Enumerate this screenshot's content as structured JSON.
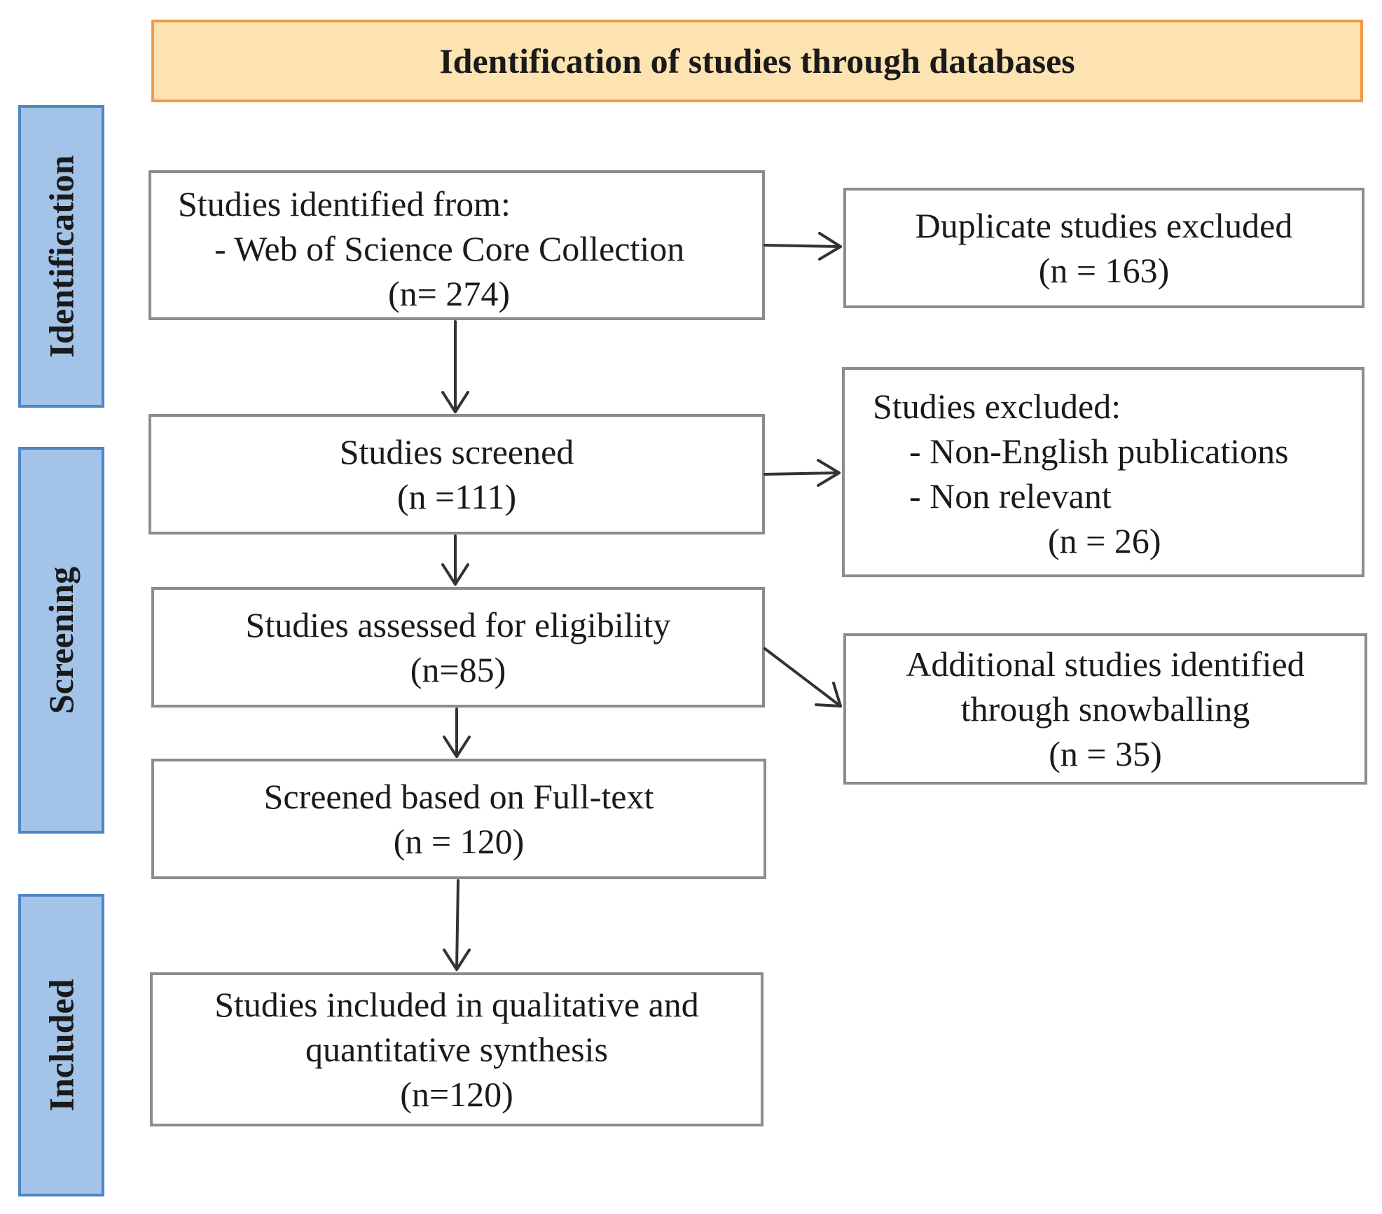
{
  "header": {
    "title": "Identification of studies through databases"
  },
  "phases": {
    "identification": "Identification",
    "screening": "Screening",
    "included": "Included"
  },
  "boxes": {
    "identified": {
      "line1": "Studies identified from:",
      "line2": "- Web of Science Core Collection",
      "count": "(n= 274)"
    },
    "duplicates": {
      "line1": "Duplicate studies excluded",
      "count": "(n = 163)"
    },
    "screened": {
      "line1": "Studies screened",
      "count": "(n =111)"
    },
    "excluded": {
      "line1": "Studies excluded:",
      "line2": "- Non-English publications",
      "line3": "- Non relevant",
      "count": "(n = 26)"
    },
    "eligibility": {
      "line1": "Studies assessed for eligibility",
      "count": "(n=85)"
    },
    "snowballing": {
      "line1": "Additional studies identified",
      "line2": "through snowballing",
      "count": "(n = 35)"
    },
    "fulltext": {
      "line1": "Screened based on Full-text",
      "count": "(n = 120)"
    },
    "included": {
      "line1": "Studies included in qualitative and",
      "line2": "quantitative synthesis",
      "count": "(n=120)"
    }
  },
  "colors": {
    "header_fill": "#fde3b2",
    "header_border": "#f19a4a",
    "phase_fill": "#a3c4e8",
    "phase_border": "#4f86c6",
    "box_border": "#8c8c8c",
    "arrow": "#333333"
  }
}
